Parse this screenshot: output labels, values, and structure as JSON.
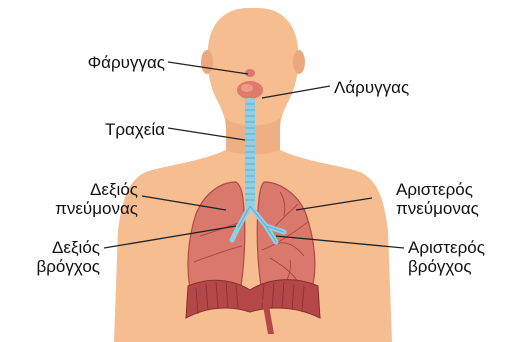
{
  "labels": {
    "pharynx": "Φάρυγγας",
    "larynx": "Λάρυγγας",
    "trachea": "Τραχεία",
    "right_lung_1": "Δεξιός",
    "right_lung_2": "πνεύμονας",
    "right_bronchus_1": "Δεξιός",
    "right_bronchus_2": "βρόγχος",
    "left_lung_1": "Αριστερός",
    "left_lung_2": "πνεύμονας",
    "left_bronchus_1": "Αριστερός",
    "left_bronchus_2": "βρόγχος"
  },
  "colors": {
    "skin": "#f5bd90",
    "skin_shadow": "#e8a878",
    "lung": "#d9786c",
    "lung_dark": "#b24a45",
    "trachea": "#8fd0e6",
    "trachea_dark": "#5aaed0",
    "diaphragm": "#b44848",
    "leader_line": "#222222"
  }
}
